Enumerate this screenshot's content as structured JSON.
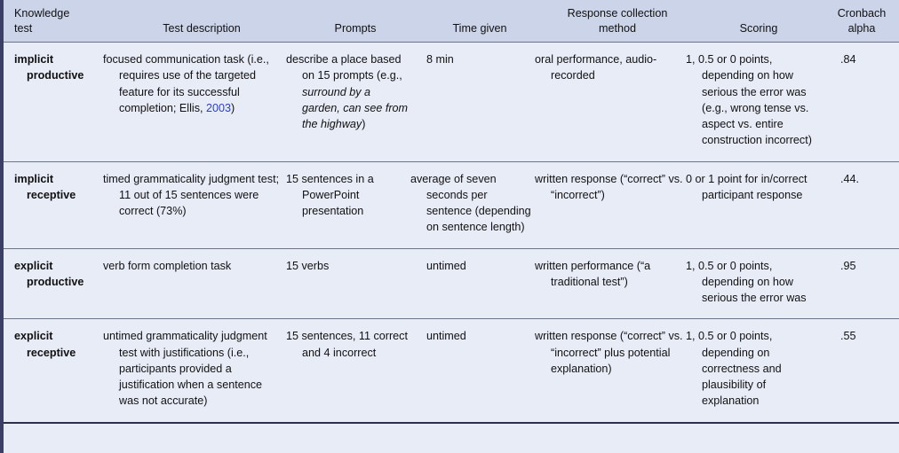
{
  "table": {
    "columns": [
      {
        "id": "knowledge_test",
        "label_line1": "Knowledge",
        "label_line2": "test"
      },
      {
        "id": "test_description",
        "label_line1": "",
        "label_line2": "Test description"
      },
      {
        "id": "prompts",
        "label_line1": "",
        "label_line2": "Prompts"
      },
      {
        "id": "time_given",
        "label_line1": "",
        "label_line2": "Time given"
      },
      {
        "id": "response_collection_method",
        "label_line1": "Response collection",
        "label_line2": "method"
      },
      {
        "id": "scoring",
        "label_line1": "",
        "label_line2": "Scoring"
      },
      {
        "id": "cronbach_alpha",
        "label_line1": "Cronbach",
        "label_line2": "alpha"
      }
    ],
    "rows": [
      {
        "test_line1": "implicit",
        "test_line2": "productive",
        "description_pre": "focused communication task (i.e., requires use of the targeted feature for its successful completion; Ellis, ",
        "description_link": "2003",
        "description_post": ")",
        "prompts_pre": "describe a place based on 15 prompts (e.g., ",
        "prompts_italic": "surround by a garden, can see from the highway",
        "prompts_post": ")",
        "time_given": "8 min",
        "response_collection_method": "oral performance, audio-recorded",
        "scoring": "1, 0.5 or 0 points, depending on how serious the error was (e.g., wrong tense vs. aspect vs. entire construction incorrect)",
        "cronbach_alpha": ".84"
      },
      {
        "test_line1": "implicit",
        "test_line2": "receptive",
        "description_pre": "timed grammaticality judgment test; 11 out of 15 sentences were correct (73%)",
        "description_link": "",
        "description_post": "",
        "prompts_pre": "15 sentences in a PowerPoint presentation",
        "prompts_italic": "",
        "prompts_post": "",
        "time_given": "average of seven seconds per sentence (depending on sentence length)",
        "response_collection_method": "written response (“correct” vs. “incorrect”)",
        "scoring": "0 or 1 point for in/correct participant response",
        "cronbach_alpha": ".44."
      },
      {
        "test_line1": "explicit",
        "test_line2": "productive",
        "description_pre": "verb form completion task",
        "description_link": "",
        "description_post": "",
        "prompts_pre": "15 verbs",
        "prompts_italic": "",
        "prompts_post": "",
        "time_given": "untimed",
        "response_collection_method": "written performance (“a traditional test”)",
        "scoring": "1, 0.5 or 0 points, depending on how serious the error was",
        "cronbach_alpha": ".95"
      },
      {
        "test_line1": "explicit",
        "test_line2": "receptive",
        "description_pre": "untimed grammaticality judgment test with justifications (i.e., participants provided a justification when a sentence was not accurate)",
        "description_link": "",
        "description_post": "",
        "prompts_pre": "15 sentences, 11 correct and 4 incorrect",
        "prompts_italic": "",
        "prompts_post": "",
        "time_given": "untimed",
        "response_collection_method": "written response (“correct” vs. “incorrect” plus potential explanation)",
        "scoring": "1, 0.5 or 0 points, depending on correctness and plausibility of explanation",
        "cronbach_alpha": ".55"
      }
    ]
  },
  "colors": {
    "header_background": "#ccd4e9",
    "body_background": "#e8ecf7",
    "rule": "#6d7488",
    "bottom_rule": "#2b2f4a",
    "link": "#2b3ec9",
    "left_bar": "#3b3f63"
  }
}
